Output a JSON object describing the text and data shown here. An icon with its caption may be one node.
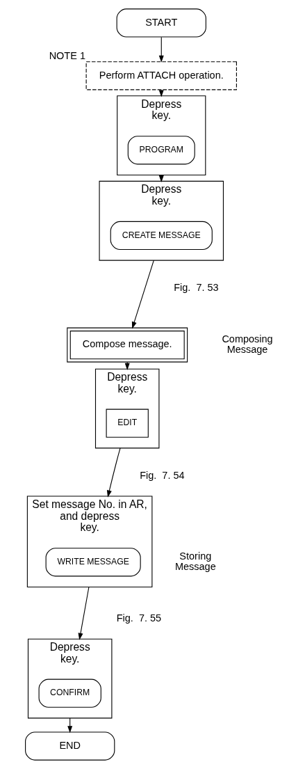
{
  "diagram": {
    "nodes": [
      {
        "text": [
          "START"
        ]
      },
      {
        "text": [
          "Perform ATTACH operation."
        ],
        "beside": [
          "NOTE 1"
        ]
      },
      {
        "text": [
          "Depress",
          "key."
        ]
      },
      {
        "text": [
          "PROGRAM"
        ],
        "in": 2
      },
      {
        "text": [
          "Depress",
          "key."
        ],
        "beside": [
          "Fig.  7. 53"
        ]
      },
      {
        "text": [
          "CREATE MESSAGE"
        ],
        "in": 4
      },
      {
        "text": [
          "Compose message."
        ]
      },
      {
        "text": [
          "Depress",
          "key."
        ],
        "beside": [
          "Fig.  7. 54"
        ]
      },
      {
        "text": [
          "EDIT"
        ],
        "in": 7
      },
      {
        "text": [
          "Set message No. in AR,",
          "and depress",
          "key."
        ],
        "beside": [
          "Fig.  7. 55"
        ]
      },
      {
        "text": [
          "WRITE MESSAGE"
        ],
        "in": 9
      },
      {
        "text": [
          "Depress",
          "key."
        ]
      },
      {
        "text": [
          "CONFIRM"
        ],
        "in": 11
      },
      {
        "text": [
          "END"
        ]
      }
    ],
    "edges": [
      {
        "from": 0,
        "to": 1,
        "arrow": "to"
      },
      {
        "from": 1,
        "to": 2,
        "arrow": "to"
      },
      {
        "from": 2,
        "to": 4,
        "arrow": "to"
      },
      {
        "from": 4,
        "to": 6,
        "arrow": "to"
      },
      {
        "from": 6,
        "to": 7,
        "arrow": "to"
      },
      {
        "from": 7,
        "to": 9,
        "arrow": "to"
      },
      {
        "from": 9,
        "to": 11,
        "arrow": "to"
      },
      {
        "from": 11,
        "to": 13,
        "arrow": "to"
      }
    ],
    "labels": [
      "Composing Message",
      "Storing Message"
    ]
  }
}
